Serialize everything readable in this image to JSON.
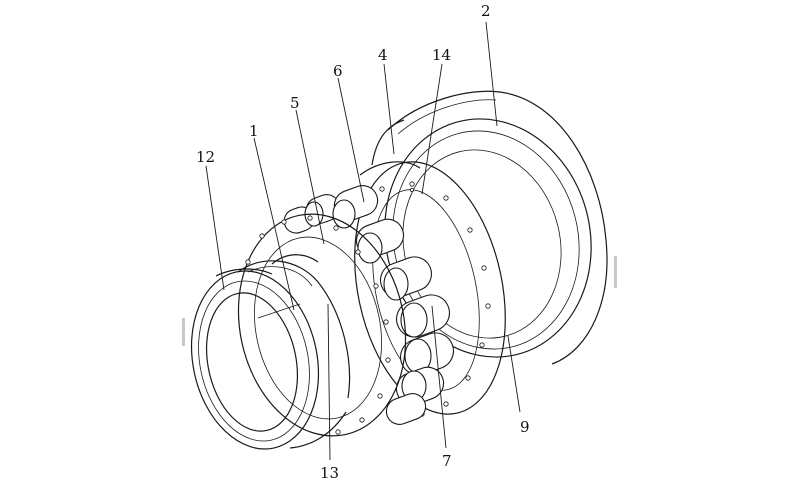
{
  "labels": [
    {
      "id": "1",
      "text": "1"
    },
    {
      "id": "2",
      "text": "2"
    },
    {
      "id": "4",
      "text": "4"
    },
    {
      "id": "5",
      "text": "5"
    },
    {
      "id": "6",
      "text": "6"
    },
    {
      "id": "7",
      "text": "7"
    },
    {
      "id": "9",
      "text": "9"
    },
    {
      "id": "12",
      "text": "12"
    },
    {
      "id": "13",
      "text": "13"
    },
    {
      "id": "14",
      "text": "14"
    }
  ]
}
